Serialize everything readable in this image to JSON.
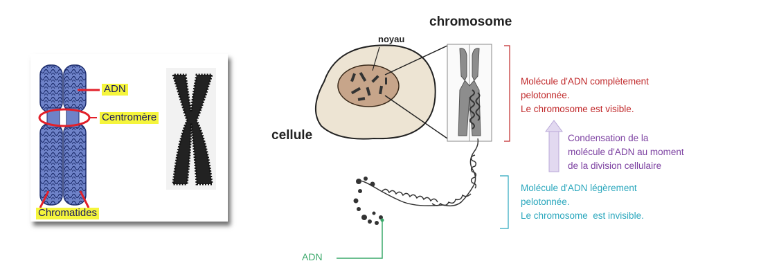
{
  "left_panel": {
    "labels": {
      "adn": "ADN",
      "centromere": "Centromère",
      "chromatides": "Chromatides"
    }
  },
  "right_panel": {
    "title": "chromosome",
    "noyau": "noyau",
    "cellule": "cellule",
    "top_annotation": [
      "Molécule d'ADN complètement",
      "pelotonnée.",
      "Le chromosome est visible."
    ],
    "middle_annotation": [
      "Condensation de la",
      "molécule d'ADN au moment",
      "de la division cellulaire"
    ],
    "bottom_annotation": [
      "Molécule d'ADN légèrement",
      "pelotonnée.",
      "Le chromosome  est invisible."
    ],
    "adn_label": "ADN"
  },
  "colors": {
    "highlight": "#f5f53c",
    "chromosome_blue": "#6e82c8",
    "red_text": "#c0282a",
    "purple_text": "#7b3fa0",
    "cyan_text": "#2aa7bd",
    "green_line": "#3aa86a",
    "cell_fill": "#ede4d3",
    "nucleus_fill": "#c7a58a"
  }
}
